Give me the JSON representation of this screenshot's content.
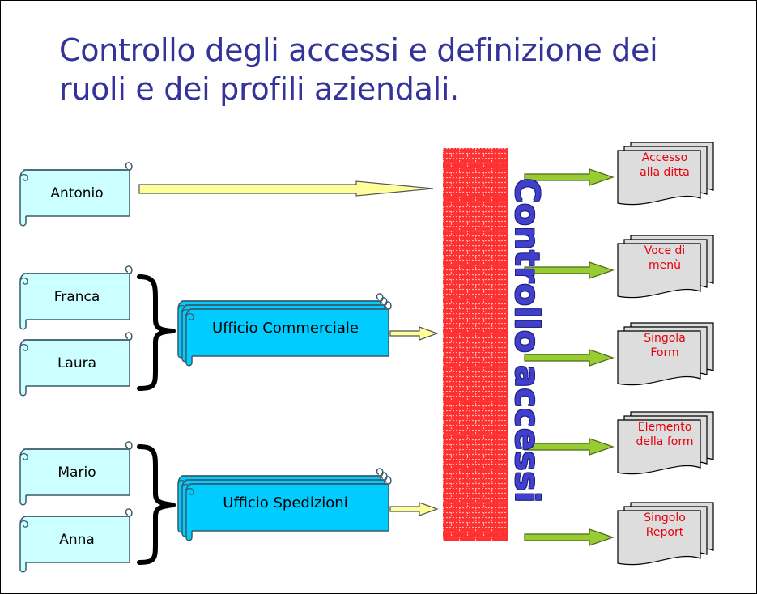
{
  "title": {
    "line1": "Controllo degli accessi e definizione dei",
    "line2": "ruoli e dei profili aziendali."
  },
  "people": [
    "Antonio",
    "Franca",
    "Laura",
    "Mario",
    "Anna"
  ],
  "offices": [
    "Ufficio Commerciale",
    "Ufficio Spedizioni"
  ],
  "wall_label": "Controllo accessi",
  "documents": [
    {
      "line1": "Accesso",
      "line2": "alla ditta"
    },
    {
      "line1": "Voce di",
      "line2": "menù"
    },
    {
      "line1": "Singola",
      "line2": "Form"
    },
    {
      "line1": "Elemento",
      "line2": "della form"
    },
    {
      "line1": "Singolo",
      "line2": "Report"
    }
  ],
  "colors": {
    "title": "#333399",
    "person_scroll": "#ccffff",
    "office_scroll": "#00ccff",
    "wall": "#ff3333",
    "wall_text": "#4040cc",
    "user_arrow": "#ffff99",
    "output_arrow": "#99cc33",
    "document": "#dddddd",
    "document_text": "#e8000b"
  }
}
